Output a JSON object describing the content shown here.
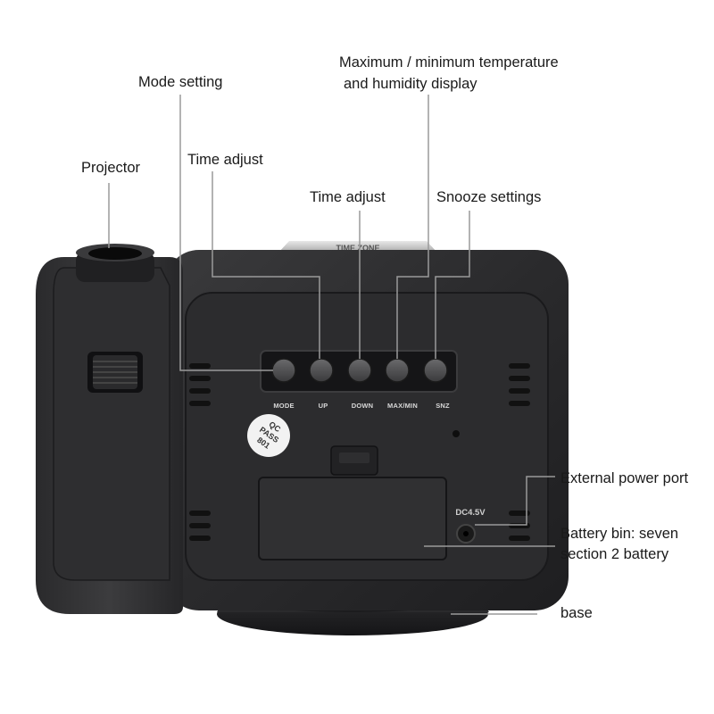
{
  "callouts": {
    "projector": "Projector",
    "mode_setting": "Mode setting",
    "time_adjust_left": "Time adjust",
    "time_adjust_right": "Time adjust",
    "maxmin_line1": "Maximum / minimum temperature",
    "maxmin_line2": "and humidity display",
    "snooze": "Snooze settings",
    "external_power": "External power port",
    "battery_line1": "Battery bin: seven",
    "battery_line2": "section 2 battery",
    "base": "base"
  },
  "device": {
    "buttons": [
      "MODE",
      "UP",
      "DOWN",
      "MAX/MIN",
      "SNZ"
    ],
    "qc_sticker": [
      "QC",
      "PASS",
      "801"
    ],
    "power_label": "DC4.5V",
    "top_label": "TIME ZONE"
  },
  "colors": {
    "body": "#2b2b2d",
    "panel": "#232325",
    "button": "#4a4a4c",
    "leader_line": "#9a9a9a",
    "text": "#1a1a1a"
  }
}
